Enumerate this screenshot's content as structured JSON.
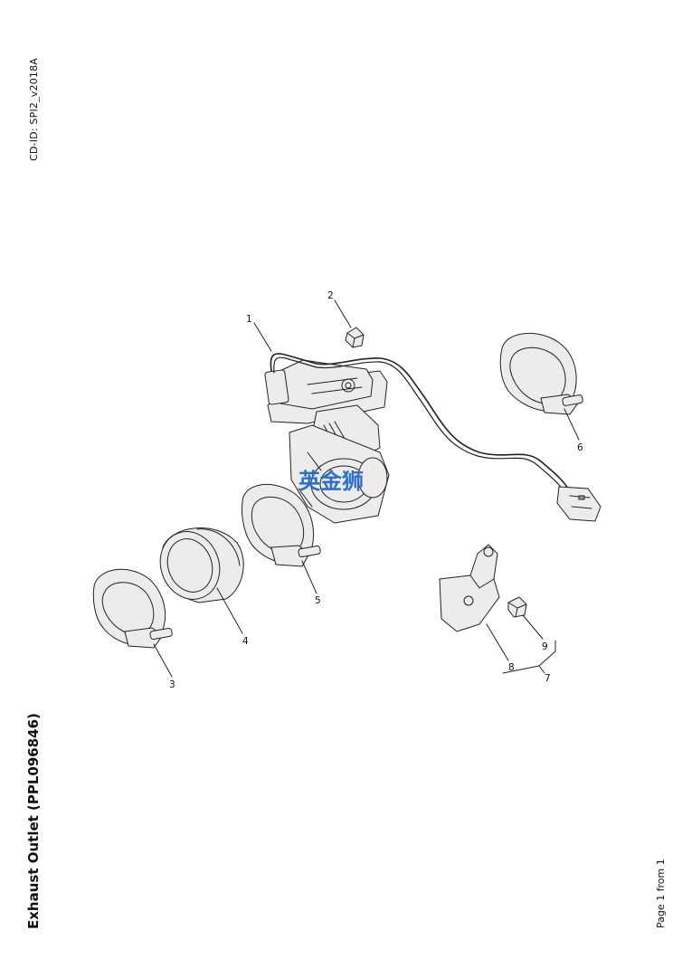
{
  "header": {
    "cd_id": "CD-ID: SPI2_v2018A"
  },
  "title": "Exhaust Outlet (PPL096846)",
  "footer": {
    "page_info": "Page 1 from 1"
  },
  "watermark": "英金狮",
  "callouts": {
    "c1": "1",
    "c2": "2",
    "c3": "3",
    "c4": "4",
    "c5": "5",
    "c6": "6",
    "c7": "7",
    "c8": "8",
    "c9": "9"
  },
  "colors": {
    "watermark": "#2f6fc8",
    "line": "#222222"
  }
}
